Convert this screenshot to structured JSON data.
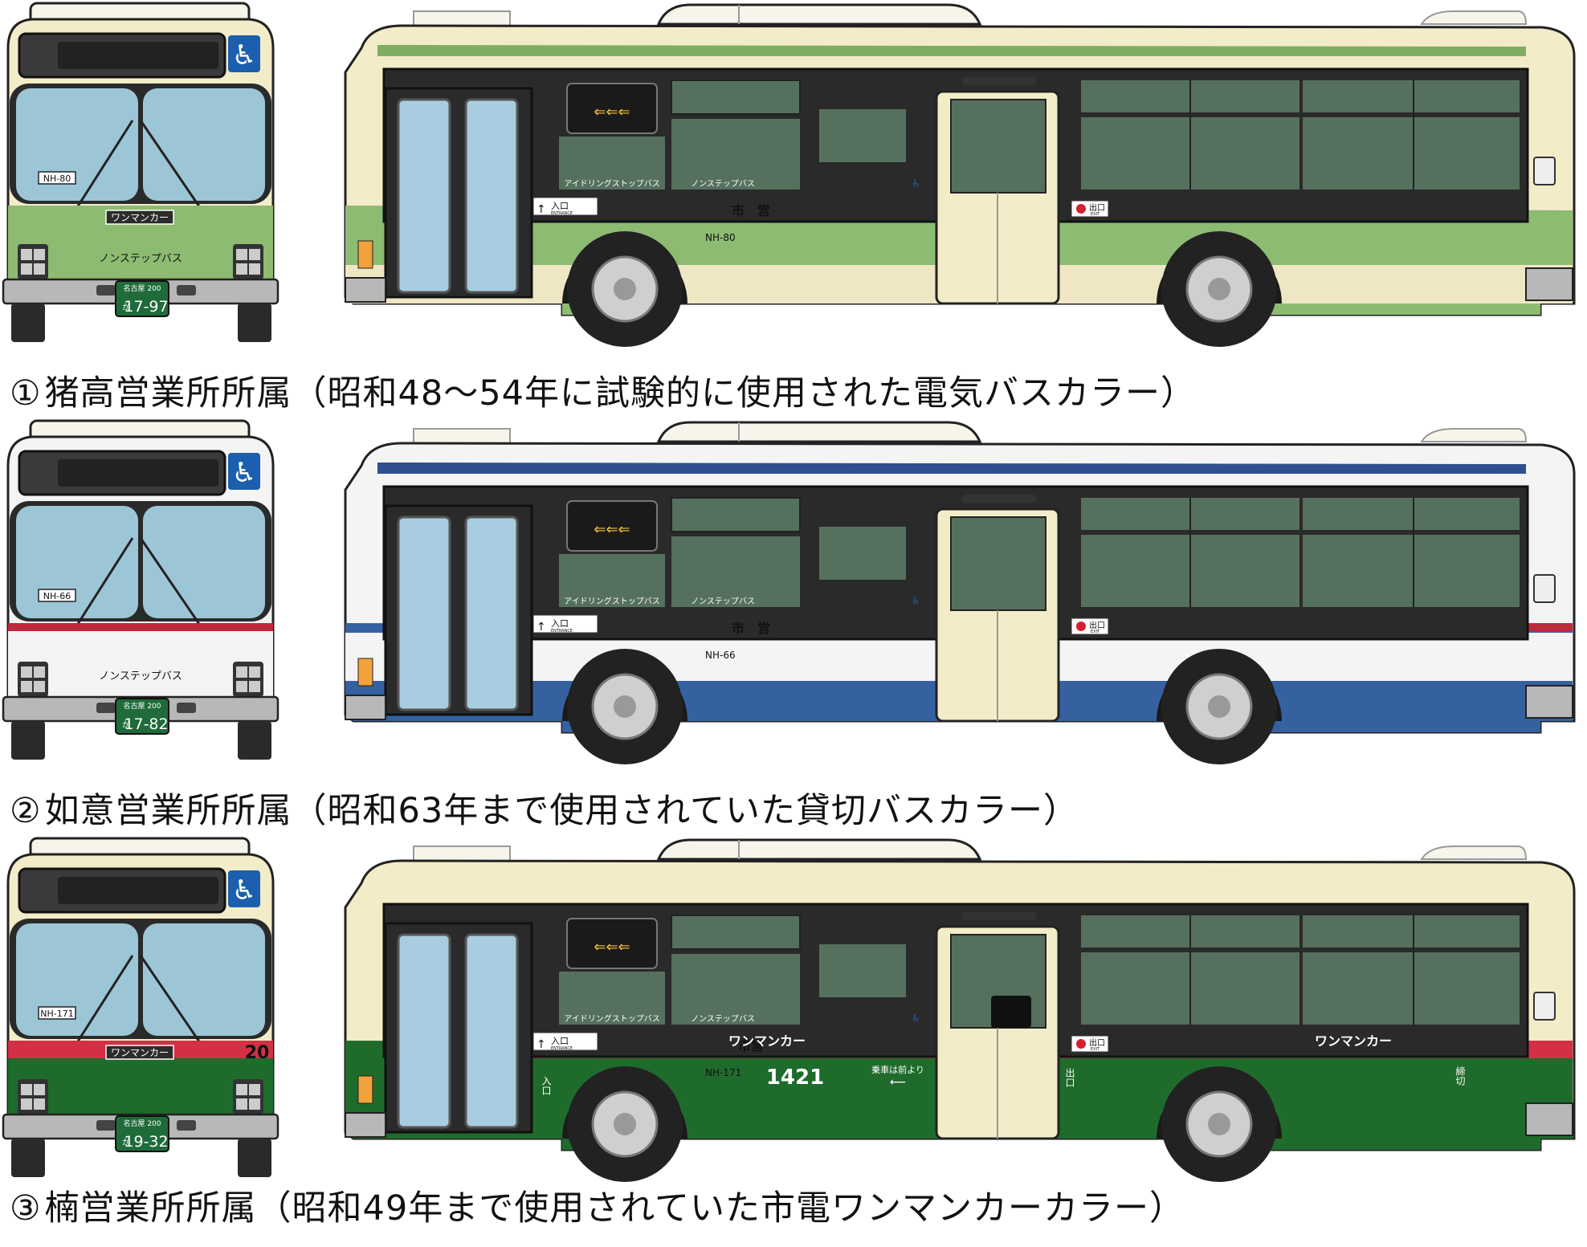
{
  "buses": [
    {
      "caption_num": "①",
      "caption": "猪高営業所所属（昭和48～54年に試験的に使用された電気バスカラー）",
      "fleet_no": "NH-80",
      "front_band_label": "ワンマンカー",
      "front_label": "ノンステップバス",
      "plate_top": "名古屋 200",
      "plate_kana": "か",
      "plate_num": "17-97",
      "side_label_1": "アイドリングストップバス",
      "side_label_2": "ノンステップバス",
      "entrance": "入口",
      "entrance_en": "ENTRANCE",
      "exit": "出口",
      "exit_en": "EXIT",
      "side_mark": "市　営",
      "side_no": "NH-80",
      "colors": {
        "top": "#f3ecc8",
        "stripe": "#7fae63",
        "lower": "#8dbb72",
        "skirt": "#efe7c4"
      }
    },
    {
      "caption_num": "②",
      "caption": "如意営業所所属（昭和63年まで使用されていた貸切バスカラー）",
      "fleet_no": "NH-66",
      "front_label": "ノンステップバス",
      "plate_top": "名古屋 200",
      "plate_kana": "か",
      "plate_num": "17-82",
      "side_label_1": "アイドリングストップバス",
      "side_label_2": "ノンステップバス",
      "entrance": "入口",
      "entrance_en": "ENTRANCE",
      "exit": "出口",
      "exit_en": "EXIT",
      "side_mark": "市　営",
      "side_no": "NH-66",
      "colors": {
        "top": "#f4f4f4",
        "stripe": "#2f4f8f",
        "red": "#c0283b",
        "lower": "#3561a1"
      }
    },
    {
      "caption_num": "③",
      "caption": "楠営業所所属（昭和49年まで使用されていた市電ワンマンカーカラー）",
      "fleet_no": "NH-171",
      "route_no": "20",
      "front_band_label": "ワンマンカー",
      "plate_top": "名古屋 200",
      "plate_kana": "か",
      "plate_num": "19-32",
      "side_label_1": "アイドリングストップバス",
      "side_label_2": "ノンステップバス",
      "entrance": "入口",
      "entrance_en": "ENTRANCE",
      "exit": "出口",
      "exit_en": "EXIT",
      "oneman_1": "ワンマンカー",
      "oneman_2": "ワンマンカー",
      "side_mark": "市営",
      "side_no": "NH-171",
      "car_no": "1421",
      "board_note": "乗車は前より",
      "v_entrance": "入口",
      "v_exit": "出口",
      "v_closed": "締切",
      "colors": {
        "top": "#f3ecc8",
        "red": "#d32f45",
        "lower": "#1f6b2c"
      }
    }
  ]
}
